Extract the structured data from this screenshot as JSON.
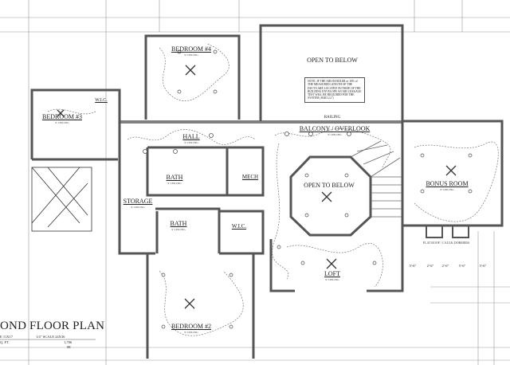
{
  "plan": {
    "title": "OND FLOOR PLAN",
    "sheet_size": "E 11X17",
    "scale": "1/4\" SCALE 24X36",
    "sq_ft_label": "Q. FT.",
    "sq_ft_value": "1,786",
    "extra_value": "98"
  },
  "rooms": {
    "bedroom4": {
      "name": "BEDROOM #4",
      "ceiling": "9' CEILING"
    },
    "bedroom3": {
      "name": "BEDROOM #3",
      "ceiling": "9' CEILING"
    },
    "wic1": {
      "name": "W.I.C."
    },
    "hall": {
      "name": "HALL",
      "ceiling": "9' CEILING"
    },
    "bath1": {
      "name": "BATH",
      "ceiling": "9' CEILING"
    },
    "mech": {
      "name": "MECH"
    },
    "storage": {
      "name": "STORAGE",
      "ceiling": "9' CEILING"
    },
    "bath2": {
      "name": "BATH",
      "ceiling": "9' CEILING"
    },
    "wic2": {
      "name": "W.I.C."
    },
    "bedroom2": {
      "name": "BEDROOM #2",
      "ceiling": "9' CEILING"
    },
    "open_top": {
      "name": "OPEN TO BELOW"
    },
    "railing": {
      "name": "RAILING"
    },
    "balcony": {
      "name": "BALCONY / OVERLOOK",
      "ceiling": "9' CEILING"
    },
    "open_center": {
      "name": "OPEN TO BELOW"
    },
    "bonus": {
      "name": "BONUS ROOM",
      "ceiling": "9' CEILING"
    },
    "loft": {
      "name": "LOFT",
      "ceiling": "9' CEILING"
    }
  },
  "note": "NOTE: IF THE AIR HANDLER or 10% of THE MEASURED LENGTH OF THE DUCTS ARE LOCATED OUTSIDE OF THE BUILDING ENVELOPE AN AIR LEAKAGE TEST WILL BE REQUIRED FOR THE SYSTEM ( R403.2.2 )",
  "roof_note": "FLAT ROOF / CAULK DORMERS",
  "dimensions": [
    "5'-6\"",
    "2'-6\"",
    "2'-6\"",
    "5'-6\"",
    "5'-6\""
  ]
}
